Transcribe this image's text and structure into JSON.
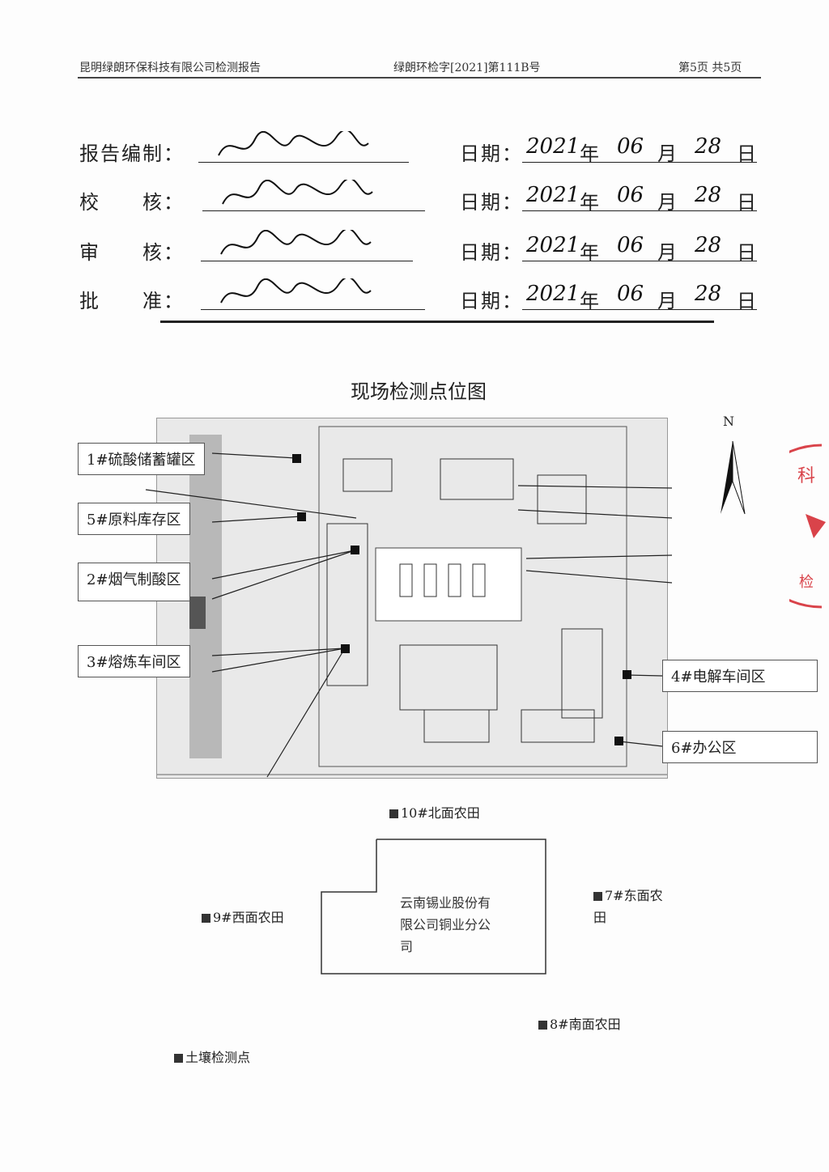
{
  "header": {
    "org": "昆明绿朗环保科技有限公司检测报告",
    "report_no": "绿朗环检字[2021]第111B号",
    "page": "第5页 共5页"
  },
  "signoff": [
    {
      "role": "报告编制：",
      "date_label": "日期：",
      "year": "2021",
      "month": "06",
      "day": "28",
      "y_unit": "年",
      "m_unit": "月",
      "d_unit": "日"
    },
    {
      "role": "校　　核：",
      "date_label": "日期：",
      "year": "2021",
      "month": "06",
      "day": "28",
      "y_unit": "年",
      "m_unit": "月",
      "d_unit": "日"
    },
    {
      "role": "审　　核：",
      "date_label": "日期：",
      "year": "2021",
      "month": "06",
      "day": "28",
      "y_unit": "年",
      "m_unit": "月",
      "d_unit": "日"
    },
    {
      "role": "批　　准：",
      "date_label": "日期：",
      "year": "2021",
      "month": "06",
      "day": "28",
      "y_unit": "年",
      "m_unit": "月",
      "d_unit": "日"
    }
  ],
  "map": {
    "title": "现场检测点位图",
    "north": "N",
    "points": [
      "1#硫酸储蓄罐区",
      "5#原料库存区",
      "2#烟气制酸区",
      "3#熔炼车间区",
      "4#电解车间区",
      "6#办公区"
    ]
  },
  "soil": {
    "north": "10#北面农田",
    "west": "9#西面农田",
    "east_1": "7#东面农",
    "east_2": "田",
    "south": "8#南面农田",
    "company_1": "云南锡业股份有",
    "company_2": "限公司铜业分公",
    "company_3": "司",
    "legend": "土壤检测点"
  },
  "colors": {
    "stamp": "#d9434a"
  }
}
